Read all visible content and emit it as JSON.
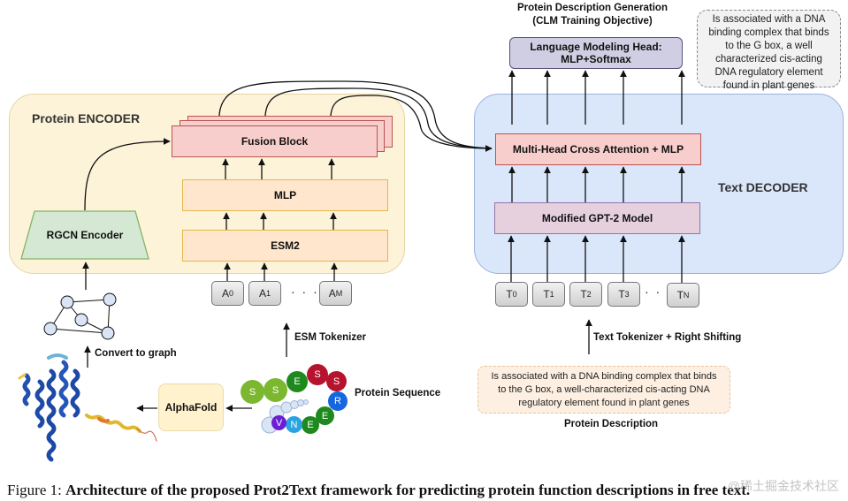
{
  "encoder": {
    "title": "Protein ENCODER",
    "fusion_block": "Fusion Block",
    "mlp": "MLP",
    "esm2": "ESM2",
    "rgcn_encoder": "RGCN Encoder",
    "input_tokens": [
      {
        "base": "A",
        "sub": "0"
      },
      {
        "base": "A",
        "sub": "1"
      },
      {
        "base": "A",
        "sub": "M"
      }
    ],
    "ellipsis": "· · ·"
  },
  "decoder": {
    "title": "Text DECODER",
    "cross_attention": "Multi-Head Cross Attention + MLP",
    "gpt2": "Modified GPT-2 Model",
    "lm_head_line1": "Language Modeling Head:",
    "lm_head_line2": "MLP+Softmax",
    "input_tokens": [
      {
        "base": "T",
        "sub": "0"
      },
      {
        "base": "T",
        "sub": "1"
      },
      {
        "base": "T",
        "sub": "2"
      },
      {
        "base": "T",
        "sub": "3"
      },
      {
        "base": "T",
        "sub": "N"
      }
    ],
    "ellipsis": "· · ·"
  },
  "generation": {
    "title_line1": "Protein Description Generation",
    "title_line2": "(CLM Training Objective)",
    "output_text_lines": [
      "Is associated with a DNA",
      "binding complex that binds",
      "to the G box, a well",
      "characterized cis-acting",
      "DNA regulatory  element",
      "found in plant genes"
    ]
  },
  "labels": {
    "esm_tokenizer": "ESM Tokenizer",
    "convert_to_graph": "Convert to graph",
    "alphafold": "AlphaFold",
    "protein_sequence": "Protein Sequence",
    "text_tokenizer": "Text Tokenizer + Right Shifting",
    "protein_description": "Protein Description"
  },
  "protein_description_text_lines": [
    "Is associated with a DNA binding complex that binds",
    "to the G box, a well-characterized cis-acting DNA",
    "regulatory element found in plant genes"
  ],
  "sequence_residues": [
    {
      "letter": "S",
      "color": "#7cb82f"
    },
    {
      "letter": "S",
      "color": "#7cb82f"
    },
    {
      "letter": "E",
      "color": "#1e8a1e"
    },
    {
      "letter": "S",
      "color": "#b5132e"
    },
    {
      "letter": "S",
      "color": "#b5132e"
    },
    {
      "letter": "R",
      "color": "#1566e0"
    },
    {
      "letter": "E",
      "color": "#1e8a1e"
    },
    {
      "letter": "E",
      "color": "#1e8a1e"
    },
    {
      "letter": "N",
      "color": "#2aa3e0"
    },
    {
      "letter": "V",
      "color": "#6a1fd6"
    }
  ],
  "caption": {
    "prefix": "Figure 1:",
    "text": "Architecture of the proposed Prot2Text framework for predicting protein function descriptions in free text."
  },
  "watermark": "@稀土掘金技术社区"
}
